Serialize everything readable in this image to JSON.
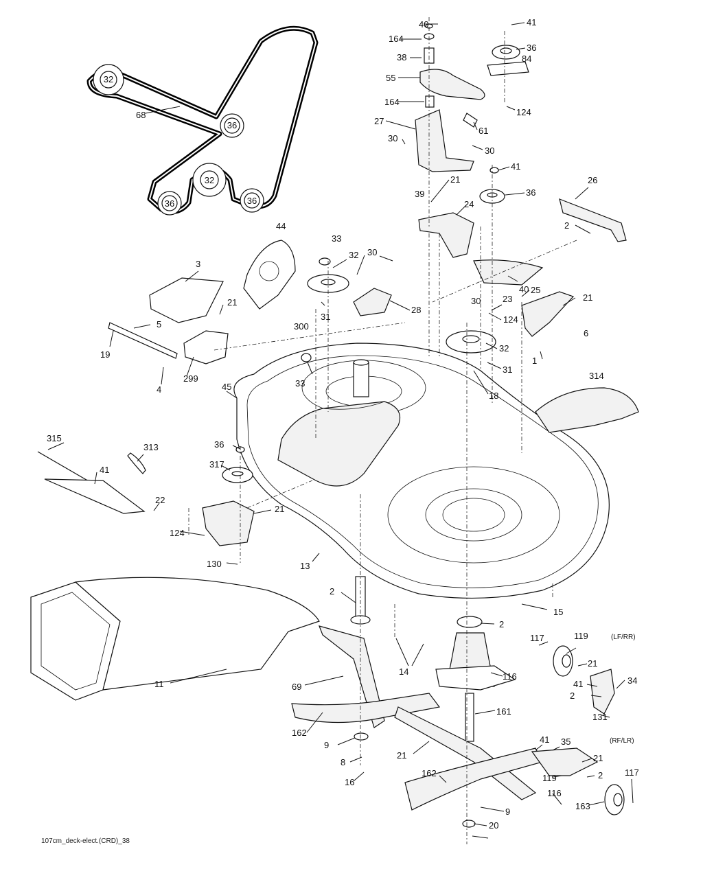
{
  "diagram": {
    "caption": "107cm_deck-elect.(CRD)_38",
    "variant_labels": {
      "front_right": "(LF/RR)",
      "rear_left": "(RF/LR)"
    },
    "belt_pulleys": [
      "32",
      "36",
      "32",
      "36",
      "36"
    ],
    "callouts": [
      "68",
      "40",
      "164",
      "38",
      "55",
      "164",
      "41",
      "36",
      "84",
      "124",
      "27",
      "61",
      "30",
      "30",
      "41",
      "39",
      "21",
      "36",
      "24",
      "26",
      "2",
      "44",
      "33",
      "32",
      "30",
      "3",
      "21",
      "300",
      "31",
      "28",
      "30",
      "124",
      "23",
      "40",
      "25",
      "21",
      "6",
      "5",
      "19",
      "4",
      "299",
      "33",
      "32",
      "31",
      "18",
      "1",
      "45",
      "314",
      "315",
      "313",
      "41",
      "36",
      "317",
      "22",
      "21",
      "124",
      "130",
      "13",
      "2",
      "15",
      "2",
      "14",
      "116",
      "117",
      "119",
      "21",
      "41",
      "34",
      "2",
      "131",
      "11",
      "69",
      "161",
      "162",
      "9",
      "8",
      "16",
      "21",
      "41",
      "35",
      "21",
      "119",
      "2",
      "116",
      "117",
      "163",
      "162",
      "9",
      "20"
    ]
  }
}
